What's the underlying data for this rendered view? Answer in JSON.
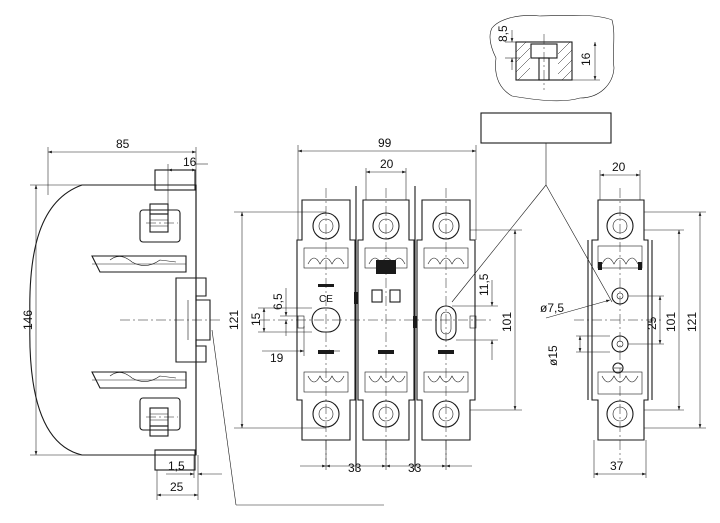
{
  "detail_labels": {
    "d_8_5": "8,5",
    "d_16_detail": "16"
  },
  "side_view": {
    "w85": "85",
    "w16": "16",
    "h146": "146",
    "t1_5": "1,5",
    "w25": "25"
  },
  "front_view": {
    "w99": "99",
    "w20": "20",
    "h121": "121",
    "d15": "15",
    "d6_5": "6,5",
    "d19": "19",
    "d11_5": "11,5",
    "h101": "101",
    "p33a": "33",
    "p33b": "33"
  },
  "right_view": {
    "w20": "20",
    "dia7_5": "ø7,5",
    "dia15": "ø15",
    "d25": "25",
    "h101": "101",
    "h121": "121",
    "w37": "37"
  }
}
